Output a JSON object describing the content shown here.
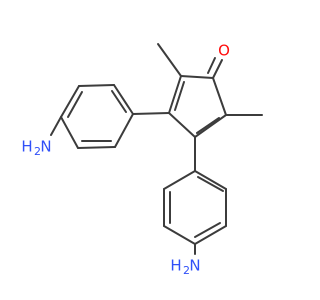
{
  "atoms": {
    "oxygen": {
      "symbol": "O"
    },
    "amine_left": {
      "h": "H",
      "sub": "2",
      "n": "N"
    },
    "amine_bottom": {
      "h": "H",
      "sub": "2",
      "n": "N"
    }
  },
  "colors": {
    "bond": "#3c3c3c",
    "oxygen": "#ff0d0d",
    "nitrogen": "#3050f8",
    "background": "#ffffff"
  }
}
